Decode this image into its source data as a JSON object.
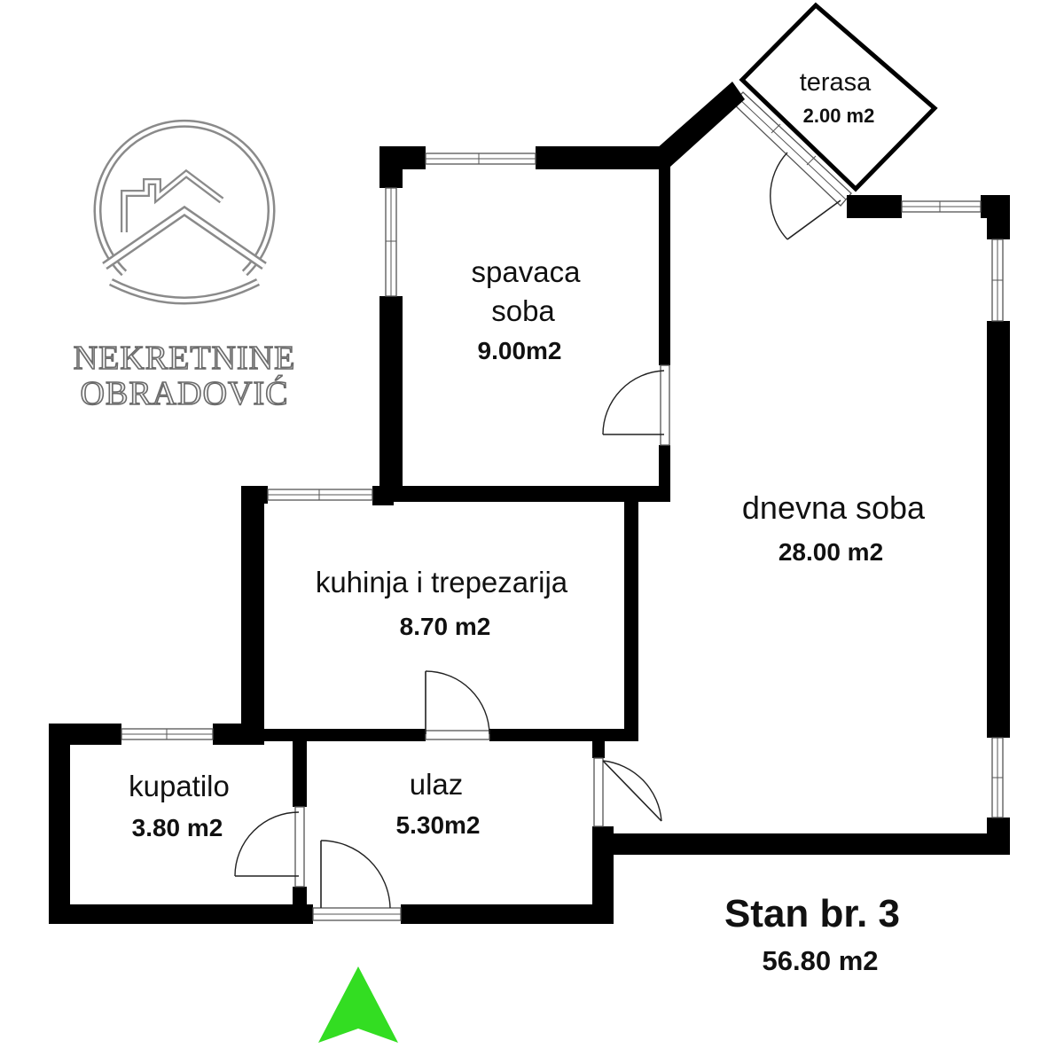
{
  "logo": {
    "line1": "NEKRETNINE",
    "line2": "OBRADOVIĆ",
    "icon": "house-roof-logo-icon"
  },
  "rooms": {
    "terasa": {
      "name": "terasa",
      "area": "2.00 m2"
    },
    "spavaca": {
      "name_line1": "spavaca",
      "name_line2": "soba",
      "area": "9.00m2"
    },
    "dnevna": {
      "name": "dnevna soba",
      "area": "28.00 m2"
    },
    "kuhinja": {
      "name": "kuhinja i trepezarija",
      "area": "8.70 m2"
    },
    "kupatilo": {
      "name": "kupatilo",
      "area": "3.80 m2"
    },
    "ulaz": {
      "name": "ulaz",
      "area": "5.30m2"
    }
  },
  "apartment": {
    "title": "Stan br. 3",
    "total_area": "56.80 m2"
  },
  "colors": {
    "wall": "#000000",
    "entrance_arrow": "#33dd22",
    "logo_outline": "#6a6a6a"
  },
  "entrance_marker": {
    "icon": "entrance-arrow-icon"
  }
}
